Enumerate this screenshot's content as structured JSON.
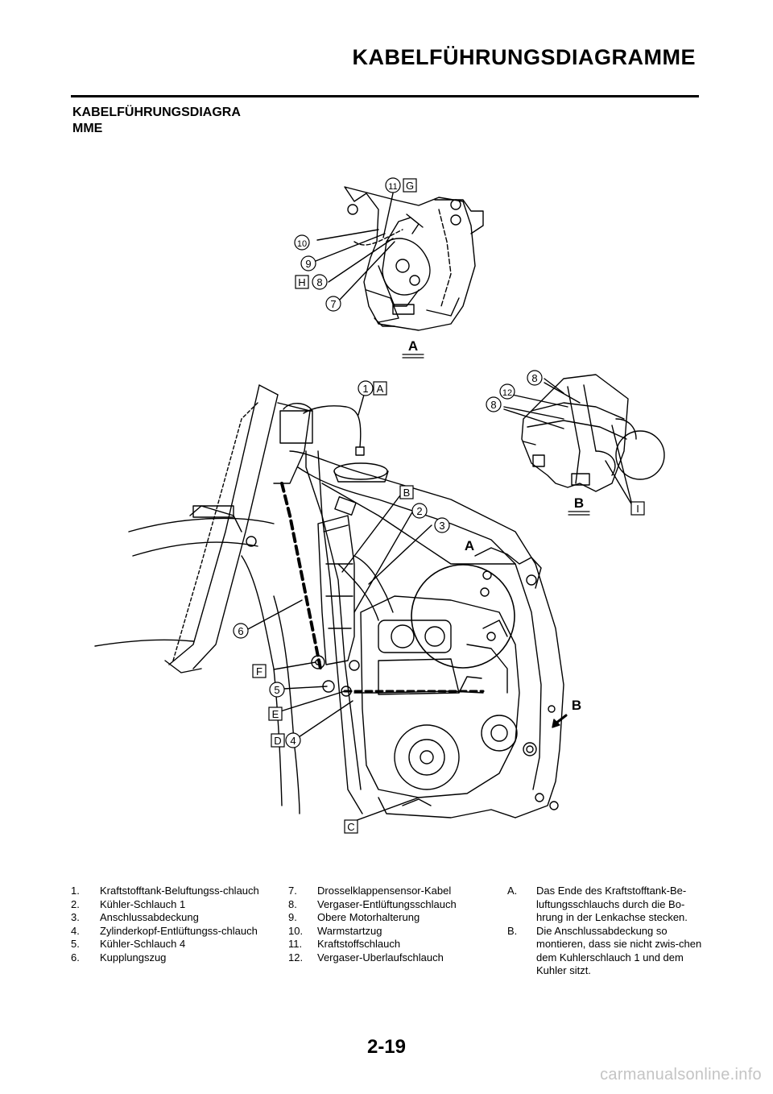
{
  "header": {
    "title": "KABELFÜHRUNGSDIAGRAMME"
  },
  "section": {
    "title_line1": "KABELFÜHRUNGSDIA­GRA",
    "title_line2": "MME"
  },
  "callouts": {
    "n1": "1",
    "n2": "2",
    "n3": "3",
    "n4": "4",
    "n5": "5",
    "n6": "6",
    "n7": "7",
    "n8": "8",
    "n9": "9",
    "n10": "10",
    "n11": "11",
    "n12": "12",
    "lA": "A",
    "lB": "B",
    "lC": "C",
    "lD": "D",
    "lE": "E",
    "lF": "F",
    "lG": "G",
    "lH": "H",
    "lI": "I"
  },
  "view_labels": {
    "detail_a": "A",
    "detail_b": "B"
  },
  "legend": {
    "col1": [
      {
        "num": "1.",
        "text": "Kraftstofftank-Beluftungss-chlauch"
      },
      {
        "num": "2.",
        "text": "Kühler-Schlauch 1"
      },
      {
        "num": "3.",
        "text": "Anschlussabdeckung"
      },
      {
        "num": "4.",
        "text": "Zylinderkopf-Entlüftungss-chlauch"
      },
      {
        "num": "5.",
        "text": "Kühler-Schlauch 4"
      },
      {
        "num": "6.",
        "text": "Kupplungszug"
      }
    ],
    "col2": [
      {
        "num": "7.",
        "text": "Drosselklappensensor-Kabel"
      },
      {
        "num": "8.",
        "text": "Vergaser-Entlüftungsschlauch"
      },
      {
        "num": "9.",
        "text": "Obere Motorhalterung"
      },
      {
        "num": "10.",
        "text": "Warmstartzug"
      },
      {
        "num": "11.",
        "text": "Kraftstoffschlauch"
      },
      {
        "num": "12.",
        "text": "Vergaser-Uberlaufschlauch"
      }
    ],
    "col3": [
      {
        "num": "A.",
        "text": "Das Ende des Kraftstofftank-Be-luftungsschlauchs durch die Bo-hrung in der Lenkachse stecken."
      },
      {
        "num": "B.",
        "text": "Die Anschlussabdeckung so montieren, dass sie nicht zwis-chen dem Kuhlerschlauch 1 und dem Kuhler sitzt."
      }
    ]
  },
  "page_number": "2-19",
  "watermark": "carmanualsonline.info"
}
